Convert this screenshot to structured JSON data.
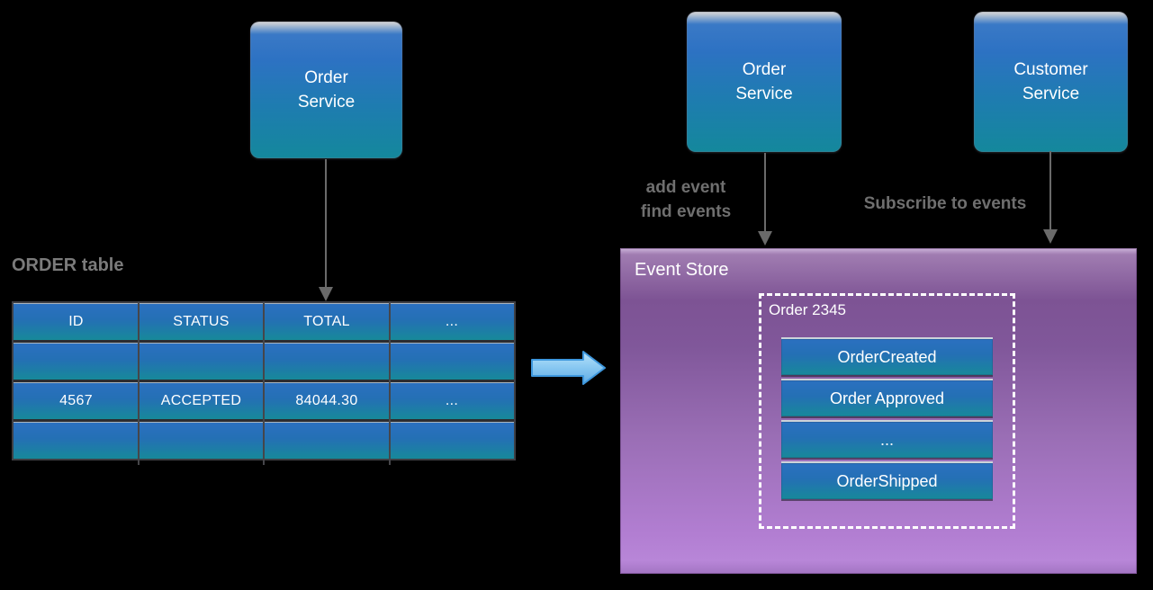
{
  "diagram": {
    "left": {
      "service_box": {
        "line1": "Order",
        "line2": "Service"
      },
      "table_label": "ORDER table",
      "table": {
        "headers": [
          "ID",
          "STATUS",
          "TOTAL",
          "..."
        ],
        "row_empty1": [
          "",
          "",
          "",
          ""
        ],
        "row_data": [
          "4567",
          "ACCEPTED",
          "84044.30",
          "..."
        ],
        "row_empty2": [
          "",
          "",
          "",
          ""
        ]
      }
    },
    "right": {
      "order_service_box": {
        "line1": "Order",
        "line2": "Service"
      },
      "customer_service_box": {
        "line1": "Customer",
        "line2": "Service"
      },
      "label_add_find": {
        "line1": "add event",
        "line2": "find events"
      },
      "label_subscribe": "Subscribe to events",
      "event_store": {
        "title": "Event Store",
        "order_group": {
          "label": "Order 2345",
          "events": [
            "OrderCreated",
            "Order Approved",
            "...",
            "OrderShipped"
          ]
        }
      }
    },
    "colors": {
      "background": "#000000",
      "box_blue_top": "#2d72c3",
      "box_teal_bottom": "#14889c",
      "box_gloss": "#d3d4d6",
      "event_store_purple_dark": "#7d5394",
      "event_store_purple_light": "#b886d8",
      "flow_arrow_fill_top": "#b9e3f9",
      "flow_arrow_fill_bottom": "#5face4",
      "flow_arrow_stroke": "#3e97dd",
      "annotation_gray": "#6f6f6f",
      "arrow_gray": "#6a6a6a",
      "table_label_gray": "#7b7b7b",
      "text_white": "#ffffff"
    }
  }
}
